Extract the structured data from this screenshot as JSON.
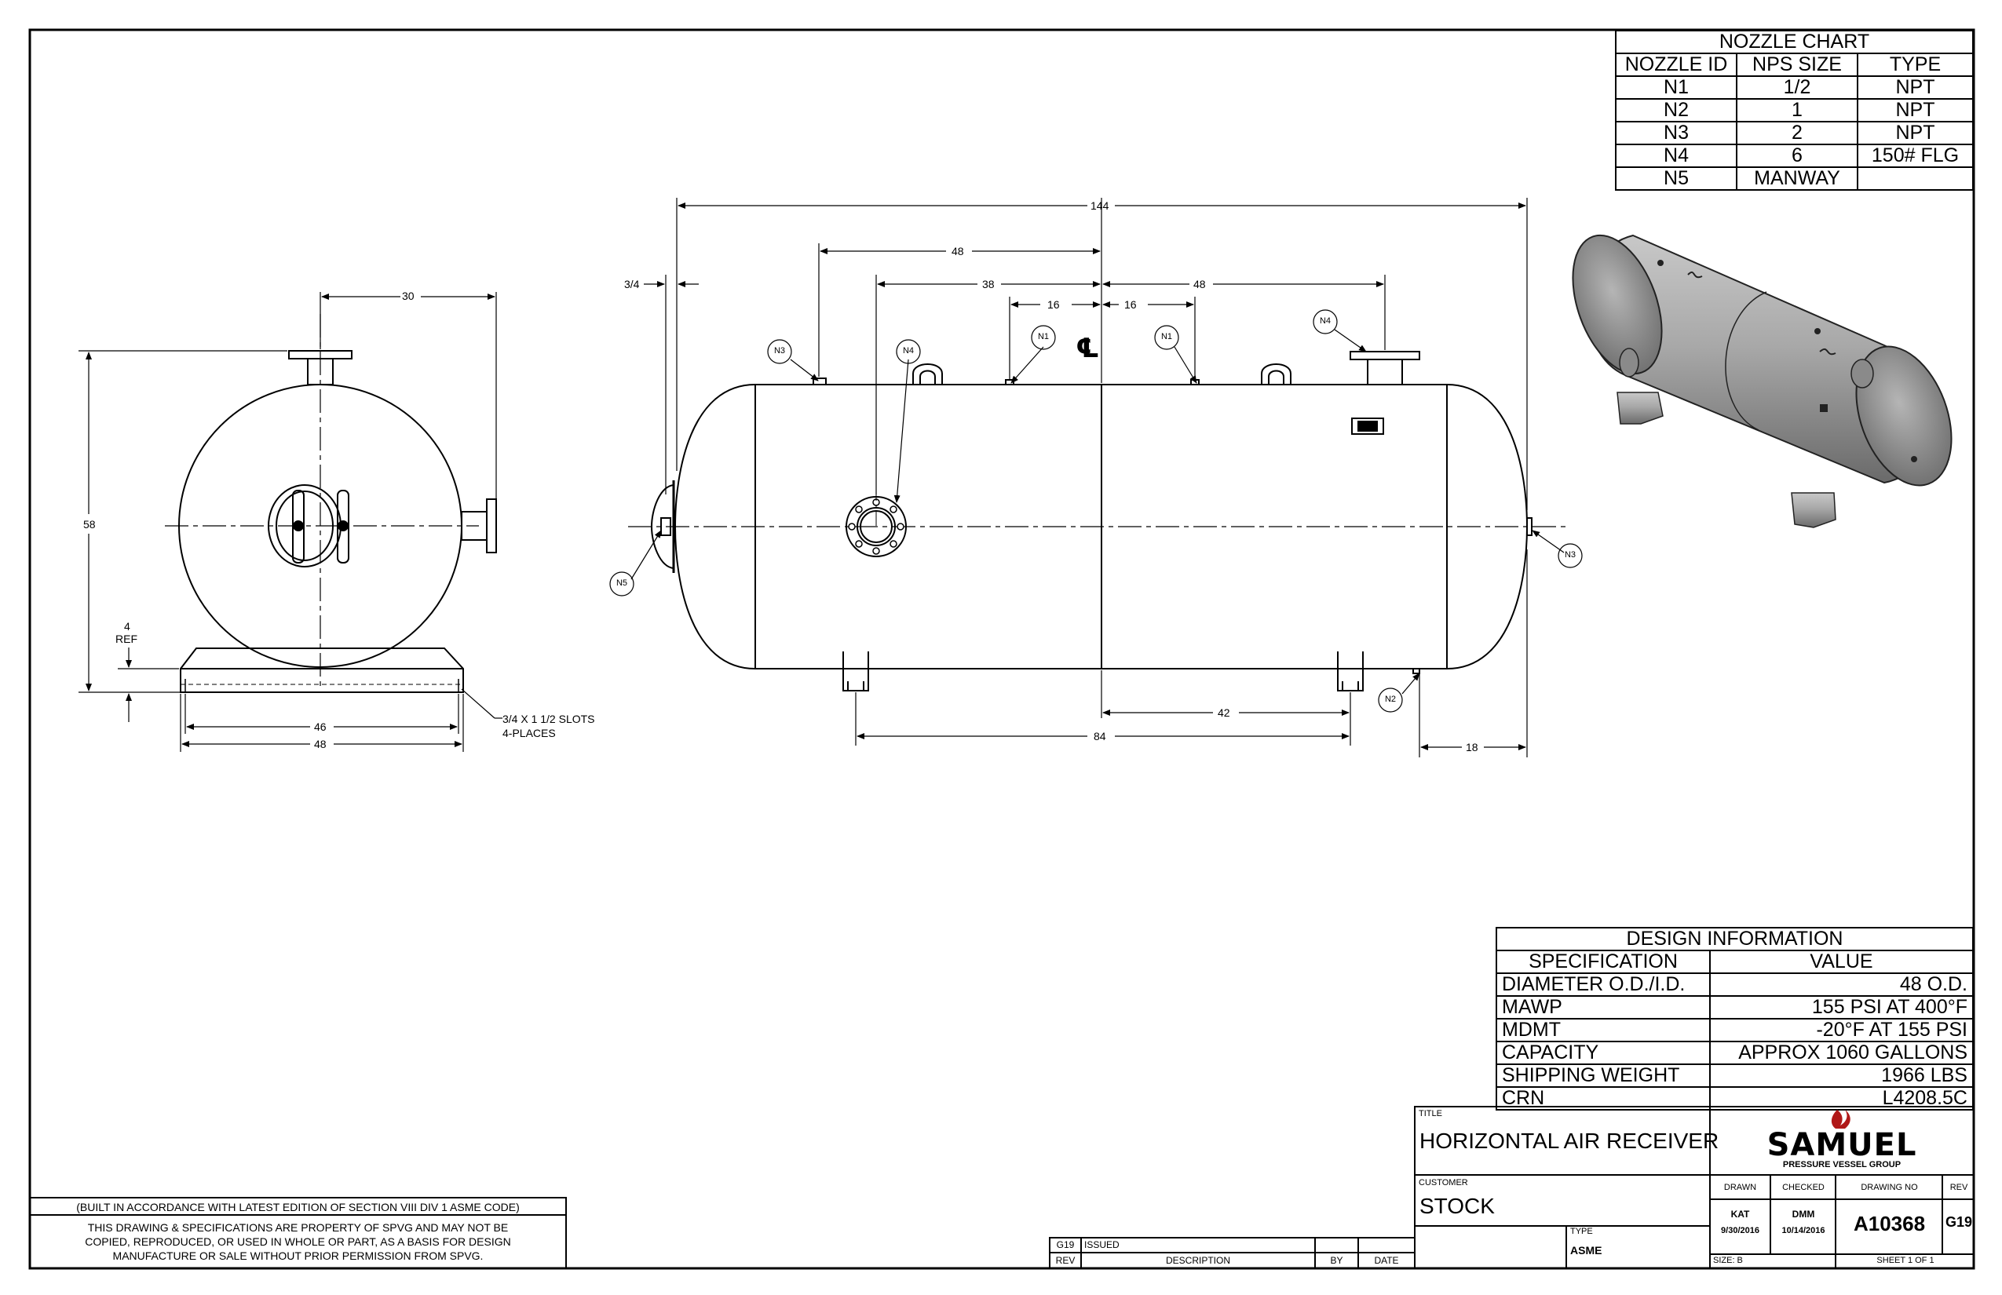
{
  "nozzle_chart": {
    "title": "NOZZLE CHART",
    "headers": [
      "NOZZLE ID",
      "NPS SIZE",
      "TYPE"
    ],
    "rows": [
      [
        "N1",
        "1/2",
        "NPT"
      ],
      [
        "N2",
        "1",
        "NPT"
      ],
      [
        "N3",
        "2",
        "NPT"
      ],
      [
        "N4",
        "6",
        "150# FLG"
      ],
      [
        "N5",
        "MANWAY",
        ""
      ]
    ]
  },
  "design_info": {
    "title": "DESIGN INFORMATION",
    "headers": [
      "SPECIFICATION",
      "VALUE"
    ],
    "rows": [
      [
        "DIAMETER O.D./I.D.",
        "48 O.D."
      ],
      [
        "MAWP",
        "155 PSI AT 400°F"
      ],
      [
        "MDMT",
        "-20°F AT 155 PSI"
      ],
      [
        "CAPACITY",
        "APPROX 1060 GALLONS"
      ],
      [
        "SHIPPING WEIGHT",
        "1966 LBS"
      ],
      [
        "CRN",
        "L4208.5C"
      ]
    ]
  },
  "end_view": {
    "dim_width": "30",
    "dim_height": "58",
    "dim_ref_value": "4",
    "dim_ref_label": "REF",
    "dim_inner": "46",
    "dim_outer": "48",
    "slots_note_1": "3/4 X 1 1/2 SLOTS",
    "slots_note_2": "4-PLACES"
  },
  "side_view": {
    "dim_overall": "144",
    "dim_48_a": "48",
    "dim_38": "38",
    "dim_48_b": "48",
    "dim_16_a": "16",
    "dim_16_b": "16",
    "dim_3_4": "3/4",
    "dim_42": "42",
    "dim_84": "84",
    "dim_18": "18",
    "centerline": "℄",
    "callouts": {
      "n3_left": "N3",
      "n4_left": "N4",
      "n1_left": "N1",
      "n1_right": "N1",
      "n4_right": "N4",
      "n5": "N5",
      "n3_right": "N3",
      "n2": "N2"
    }
  },
  "title_block": {
    "title_label": "TITLE",
    "title": "HORIZONTAL AIR RECEIVER",
    "customer_label": "CUSTOMER",
    "customer": "STOCK",
    "type_label": "TYPE",
    "type": "ASME",
    "drawn_label": "DRAWN",
    "drawn_by": "KAT",
    "drawn_date": "9/30/2016",
    "checked_label": "CHECKED",
    "checked_by": "DMM",
    "checked_date": "10/14/2016",
    "drawing_no_label": "DRAWING NO",
    "drawing_no": "A10368",
    "rev_label": "REV",
    "rev": "G19",
    "size": "SIZE: B",
    "sheet": "SHEET 1  OF 1",
    "logo_name": "SAMUEL",
    "logo_sub": "PRESSURE VESSEL GROUP"
  },
  "revision_block": {
    "rev": "G19",
    "description_entry": "ISSUED",
    "col_rev": "REV",
    "col_description": "DESCRIPTION",
    "col_by": "BY",
    "col_date": "DATE"
  },
  "notes": {
    "code_note": "(BUILT IN ACCORDANCE WITH LATEST EDITION OF SECTION VIII DIV 1 ASME CODE)",
    "property_line_1": "THIS DRAWING & SPECIFICATIONS ARE PROPERTY OF SPVG AND MAY NOT BE",
    "property_line_2": "COPIED, REPRODUCED, OR USED IN WHOLE OR PART, AS A BASIS FOR DESIGN",
    "property_line_3": "MANUFACTURE OR SALE WITHOUT PRIOR PERMISSION FROM SPVG."
  },
  "colors": {
    "ink": "#000000",
    "paper": "#ffffff",
    "vessel_shade": "#a9a9a9",
    "logo_red": "#b01818"
  }
}
